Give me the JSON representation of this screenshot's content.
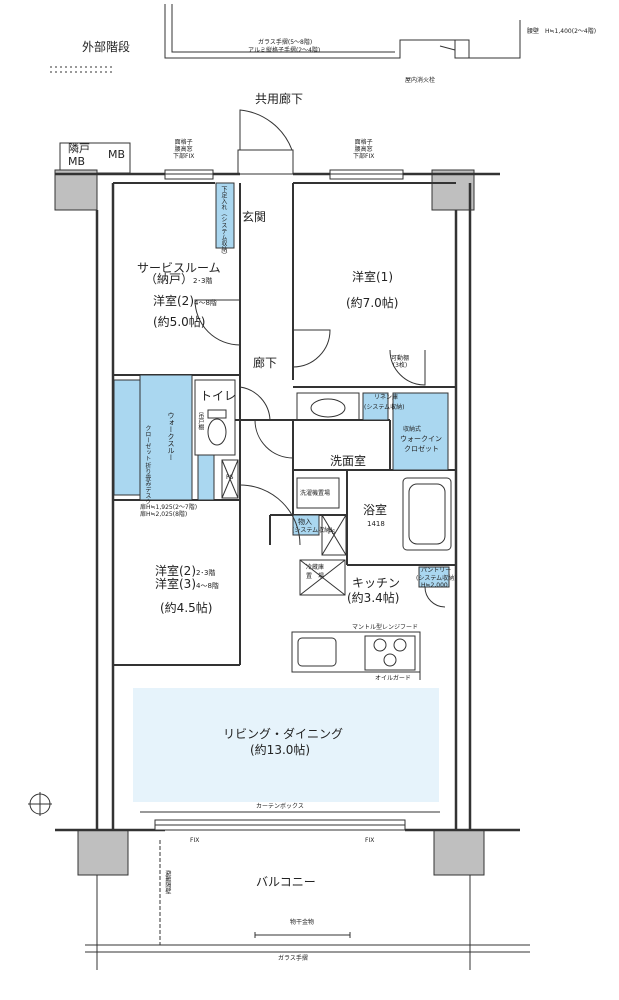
{
  "exterior": {
    "external_stairs": "外部階段",
    "glass_rail": "ガラス手摺(5～8階)",
    "alum_rail": "アルミ縦格子手摺(2～4階)",
    "wall_height": "腰壁　H≒1,400(2～4階)",
    "fire_hydrant": "屋内消火栓",
    "common_corridor": "共用廊下",
    "neighbor_door": "隣戸",
    "mb_left": "MB",
    "mb_right": "MB",
    "window_left": [
      "面格子",
      "腰高窓",
      "下部FIX"
    ],
    "window_right": [
      "面格子",
      "腰高窓",
      "下部FIX"
    ]
  },
  "rooms": {
    "entrance": "玄関",
    "shoe_storage": "下足入れ（システム収納）",
    "service_room": "サービスルーム",
    "storeroom": "（納戸）",
    "storeroom_floors": "2･3階",
    "western2": "洋室(2)",
    "western2_floors": "4～8階",
    "western2_size": "(約5.0帖)",
    "western1": "洋室(1)",
    "western1_size": "(約7.0帖)",
    "movable_shelf": "可動棚",
    "movable_shelf_count": "(3枚)",
    "hallway": "廊下",
    "toilet": "トイレ",
    "toilet_storage": "吊戸棚",
    "walk_through": "ウォークスルー",
    "closet_folding": "クローゼット 折り畳みデスク",
    "linen": "リネン庫",
    "linen_sub": "(システム収納)",
    "walkin": "ウォークイン",
    "walkin2": "クロゼット",
    "walkin_pre": "収納式",
    "washroom": "洗面室",
    "laundry": "洗濯機置場",
    "bathroom": "浴室",
    "bathroom_size": "1418",
    "storage": "物入",
    "storage_sub": "(システム収納)",
    "ps1": "PS",
    "ps2": "PS",
    "fridge": "冷蔵庫",
    "fridge2": "置　場",
    "kitchen": "キッチン",
    "kitchen_size": "(約3.4帖)",
    "pantry": "パントリー",
    "pantry_sub": "(システム収納)",
    "pantry_height": "H≒2,000",
    "western23_a": "洋室(2)",
    "western23_a_floors": "2･3階",
    "western23_b": "洋室(3)",
    "western23_b_floors": "4～8階",
    "western23_size": "(約4.5帖)",
    "door_height1": "扉H≒1,925(2～7階)",
    "door_height2": "扉H≒2,025(8階)",
    "range_hood": "マントル型レンジフード",
    "oil_guard": "オイルガード",
    "living": "リビング・ダイニング",
    "living_size": "(約13.0帖)",
    "curtain_box": "カーテンボックス",
    "fix_left": "FIX",
    "fix_right": "FIX",
    "balcony": "バルコニー",
    "partition": "避難隔壁",
    "drying": "物干金物",
    "glass_rail_bottom": "ガラス手摺"
  },
  "colors": {
    "storage_blue": "#aad7f0",
    "living_blue": "#e6f3fb",
    "column_gray": "#bfbfbf",
    "wall": "#333333"
  }
}
